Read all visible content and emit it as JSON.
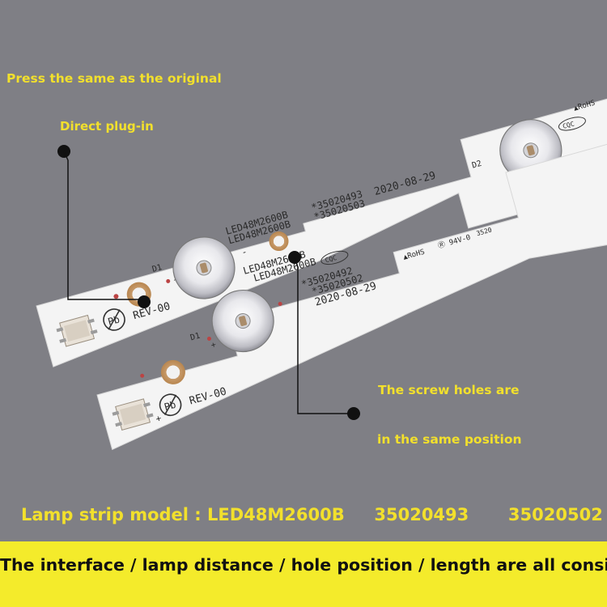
{
  "labels": {
    "press_same": "Press the same as the original",
    "direct_plug": "Direct plug-in",
    "screw_holes_1": "The screw holes are",
    "screw_holes_2": "in the same position"
  },
  "model_line": {
    "prefix": "Lamp strip model : LED48M2600B",
    "code_a": "35020493",
    "code_b": "35020502"
  },
  "footer": {
    "text": "The interface / lamp distance / hole position / length are all consistent"
  },
  "pcb_upper": {
    "model_1": "LED48M2600B",
    "model_2": "LED48M2600B",
    "code_1": "*35020493",
    "code_2": "*35020503",
    "date": "2020-08-29",
    "d1": "D1",
    "d2": "D2",
    "rev": "REV-00",
    "cqc": "CQC",
    "rohs": "▲RoHS",
    "pb": "Pb"
  },
  "pcb_lower": {
    "model_1": "LED48M2600B",
    "model_2": "LED48M2600B",
    "code_1": "*35020492",
    "code_2": "*35020502",
    "date": "2020-08-29",
    "d1": "D1",
    "rev": "REV-00",
    "cqc": "CQC",
    "rohs": "▲RoHS",
    "ul": "Ⓡ 94V-0",
    "num": "3520",
    "pb": "Pb"
  },
  "colors": {
    "background": "#7f7f85",
    "accent_yellow": "#f2e02c",
    "band_yellow": "#f4eb2b",
    "pcb_white": "#f4f4f4"
  }
}
